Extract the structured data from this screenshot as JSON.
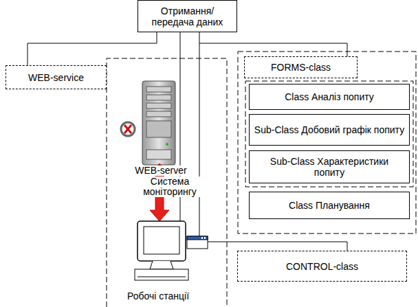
{
  "diagram": {
    "nodes": [
      {
        "text": [
          "Отримання/ передача даних"
        ]
      },
      {
        "text": [
          "WEB-service"
        ]
      },
      {
        "text": [
          "FORMS-class"
        ]
      },
      {
        "text": [
          "Class Аналіз попиту"
        ]
      },
      {
        "text": [
          "Sub-Class Добовий графік попиту"
        ]
      },
      {
        "text": [
          "Sub-Class Характеристики попиту"
        ]
      },
      {
        "text": [
          "Class Планування"
        ]
      },
      {
        "text": [
          "CONTROL-class"
        ]
      }
    ],
    "edges": [
      {
        "from": 0,
        "to": 1,
        "arrow": "none"
      },
      {
        "from": 0,
        "to": 2,
        "arrow": "none"
      }
    ],
    "labels": [
      "WEB-server",
      "Система моніторингу",
      "Робочі станції"
    ]
  }
}
